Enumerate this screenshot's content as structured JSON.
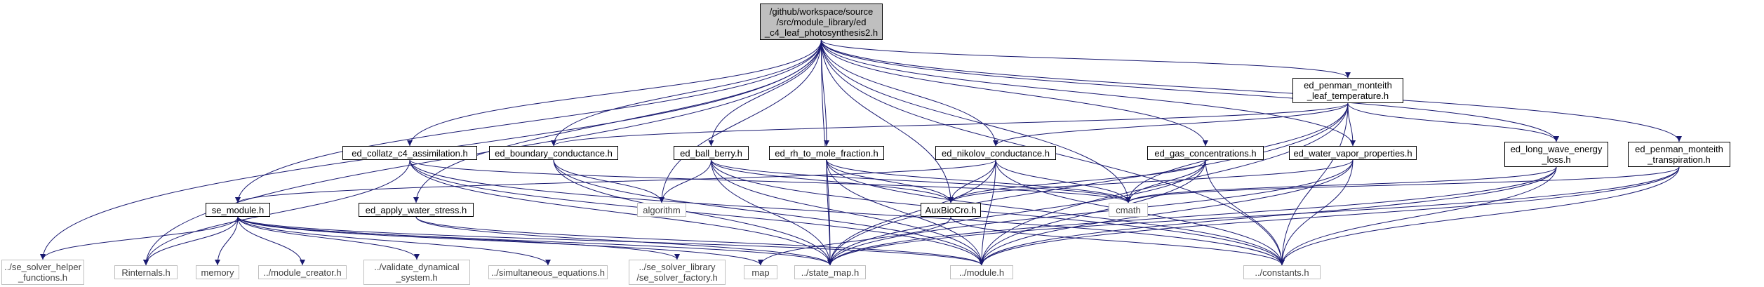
{
  "colors": {
    "edge": "#191970",
    "root_fill": "#bfbfbf",
    "node_border": "#000000",
    "external_border": "#bfbfbf",
    "external_text": "#404040"
  },
  "nodes": {
    "root": "/github/workspace/source\n/src/module_library/ed\n_c4_leaf_photosynthesis2.h",
    "penman_leaf": "ed_penman_monteith\n_leaf_temperature.h",
    "collatz": "ed_collatz_c4_assimilation.h",
    "boundary": "ed_boundary_conductance.h",
    "ball_berry": "ed_ball_berry.h",
    "rh_mole": "ed_rh_to_mole_fraction.h",
    "nikolov": "ed_nikolov_conductance.h",
    "gas_conc": "ed_gas_concentrations.h",
    "water_vapor": "ed_water_vapor_properties.h",
    "long_wave": "ed_long_wave_energy\n_loss.h",
    "penman_transp": "ed_penman_monteith\n_transpiration.h",
    "se_module": "se_module.h",
    "apply_water": "ed_apply_water_stress.h",
    "algorithm": "algorithm",
    "auxbiocro": "AuxBioCro.h",
    "cmath": "cmath",
    "se_solver_helper": "../se_solver_helper\n_functions.h",
    "rinternals": "Rinternals.h",
    "memory": "memory",
    "module_creator": "../module_creator.h",
    "validate": "../validate_dynamical\n_system.h",
    "simultaneous": "../simultaneous_equations.h",
    "se_solver_factory": "../se_solver_library\n/se_solver_factory.h",
    "map": "map",
    "state_map": "../state_map.h",
    "module": "../module.h",
    "constants": "../constants.h"
  }
}
